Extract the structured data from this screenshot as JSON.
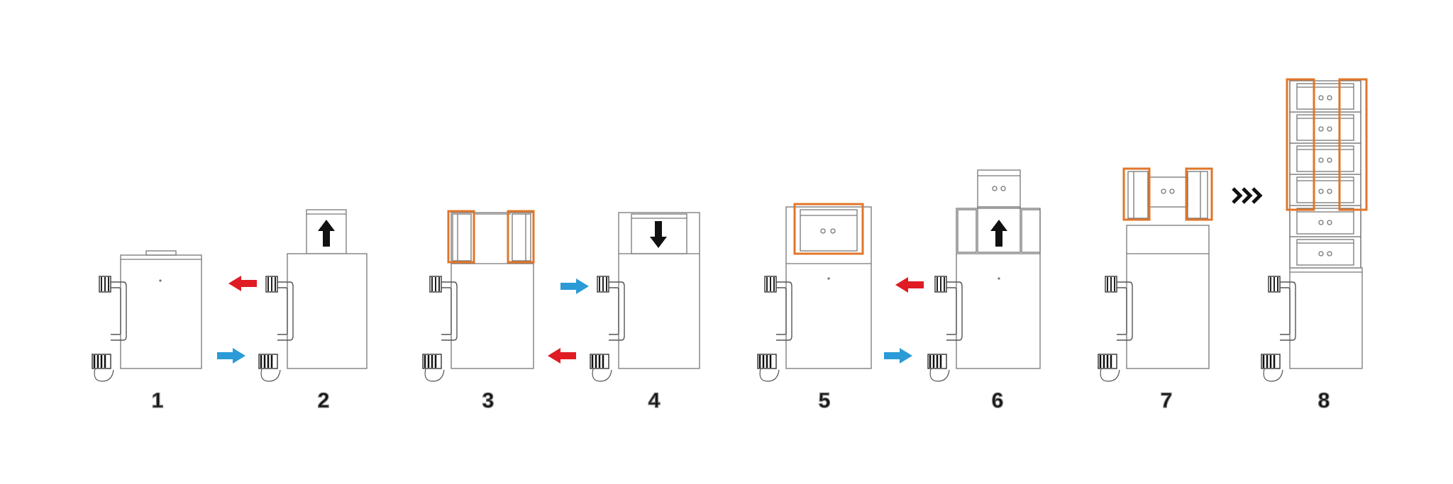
{
  "steps": [
    {
      "label": "1"
    },
    {
      "label": "2"
    },
    {
      "label": "3"
    },
    {
      "label": "4"
    },
    {
      "label": "5"
    },
    {
      "label": "6"
    },
    {
      "label": "7"
    },
    {
      "label": "8"
    }
  ],
  "colors": {
    "line": "#777777",
    "dark": "#111111",
    "highlight": "#e0762a",
    "retract_arrow": "#e01b24",
    "extend_arrow": "#2a9bd6"
  },
  "icons": {
    "up_arrow": "up-arrow-icon",
    "down_arrow": "down-arrow-icon",
    "retract_arrow": "red-left-arrow-icon",
    "extend_arrow": "blue-right-arrow-icon",
    "repeat": "triple-chevron-right-icon"
  }
}
